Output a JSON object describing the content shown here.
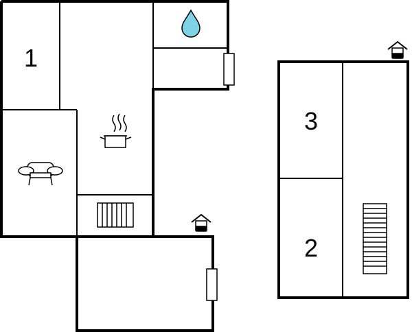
{
  "floor_plan": {
    "room_labels": [
      "1",
      "2",
      "3"
    ],
    "icons": {
      "water": "water-drop-icon",
      "kitchen": "cooking-pot-icon",
      "living": "sofa-icon",
      "entrance": "entrance-house-icon",
      "stairs": "staircase-icon",
      "window": "window-icon"
    },
    "colors": {
      "wall": "#000000",
      "line": "#000000",
      "water": "#7fd3e6",
      "background": "#ffffff"
    }
  }
}
